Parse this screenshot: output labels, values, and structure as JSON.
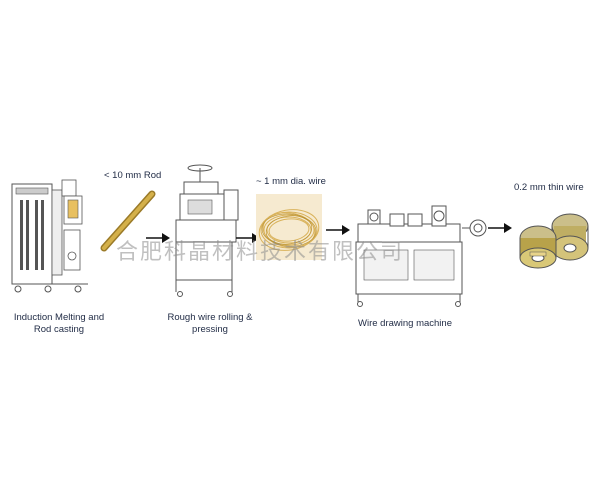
{
  "steps": [
    {
      "label_lines": [
        "Induction Melting and",
        "Rod casting"
      ]
    },
    {
      "label_lines": [
        "Rough wire rolling &",
        "pressing"
      ]
    },
    {
      "label_lines": [
        "Wire drawing machine"
      ]
    }
  ],
  "intermediates": {
    "rod": "< 10 mm Rod",
    "wire_1mm": "~ 1 mm dia. wire",
    "wire_thin": "0.2 mm thin wire"
  },
  "watermark": "合肥科晶材料技术有限公司",
  "colors": {
    "machine_line": "#555555",
    "brass": "#c9a23a",
    "gold_wire": "#d9b25a",
    "arrow": "#111111",
    "spool": "#b8a24a"
  }
}
